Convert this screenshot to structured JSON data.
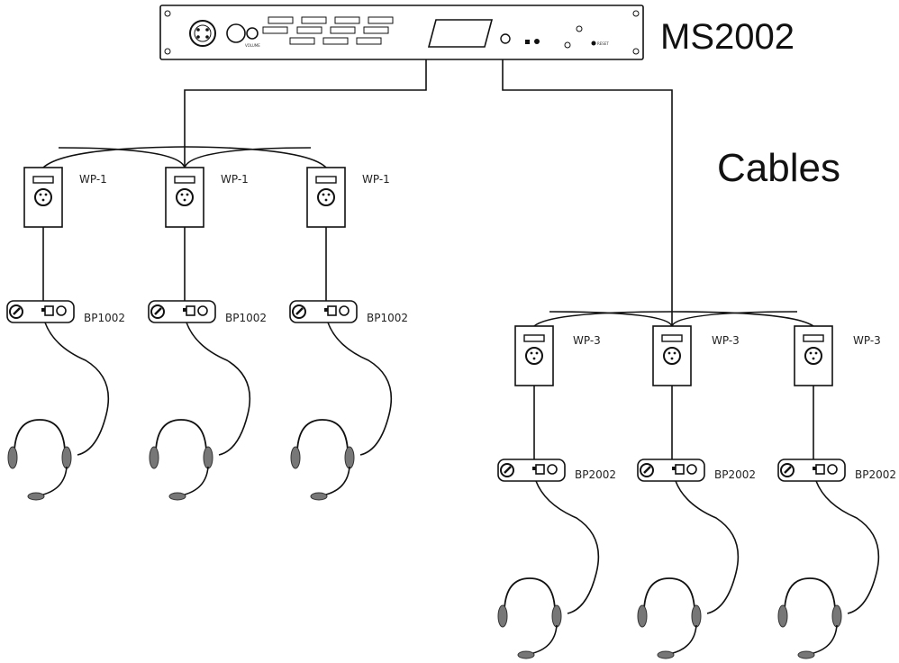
{
  "labels": {
    "mixer": "MS2002",
    "cables": "Cables",
    "wall_left": "WP-1",
    "wall_right": "WP-3",
    "belt_left": "BP1002",
    "belt_right": "BP2002"
  },
  "panel_text": {
    "volume": "VOLUME",
    "reset": "RESET"
  }
}
